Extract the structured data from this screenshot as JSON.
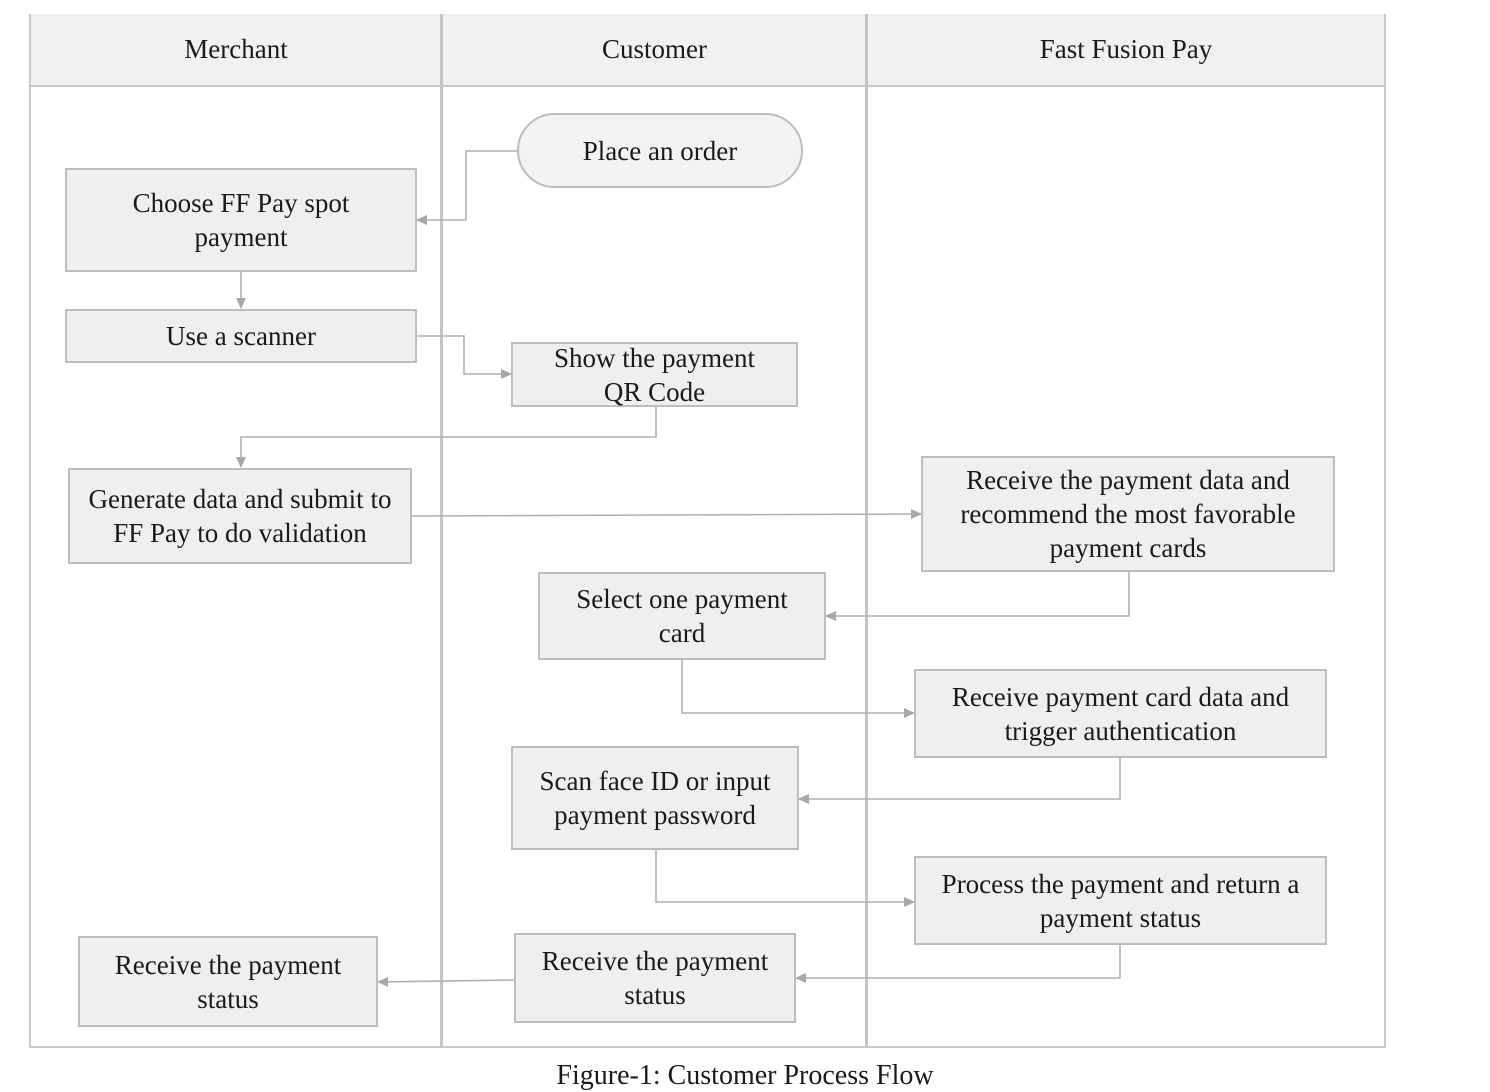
{
  "lanes": [
    {
      "name": "Merchant"
    },
    {
      "name": "Customer"
    },
    {
      "name": "Fast Fusion Pay"
    }
  ],
  "nodes": {
    "place_order": "Place an order",
    "choose_ff_pay": "Choose FF Pay spot payment",
    "use_scanner": "Use a scanner",
    "show_qr": "Show the payment QR Code",
    "generate_data": "Generate data and submit to FF Pay to do validation",
    "receive_payment_data": "Receive the payment data and recommend the most favorable payment cards",
    "select_card": "Select one payment card",
    "receive_card_data": "Receive payment card data and trigger authentication",
    "scan_face": "Scan face ID or input payment password",
    "process_payment": "Process the payment and return a payment status",
    "customer_receive_status": "Receive the payment status",
    "merchant_receive_status": "Receive the payment status"
  },
  "caption": "Figure-1: Customer Process Flow",
  "colors": {
    "node_fill": "#efefef",
    "node_border": "#bdbdbd",
    "lane_header_fill": "#f1f1f1",
    "connector": "#a8a8a8"
  }
}
